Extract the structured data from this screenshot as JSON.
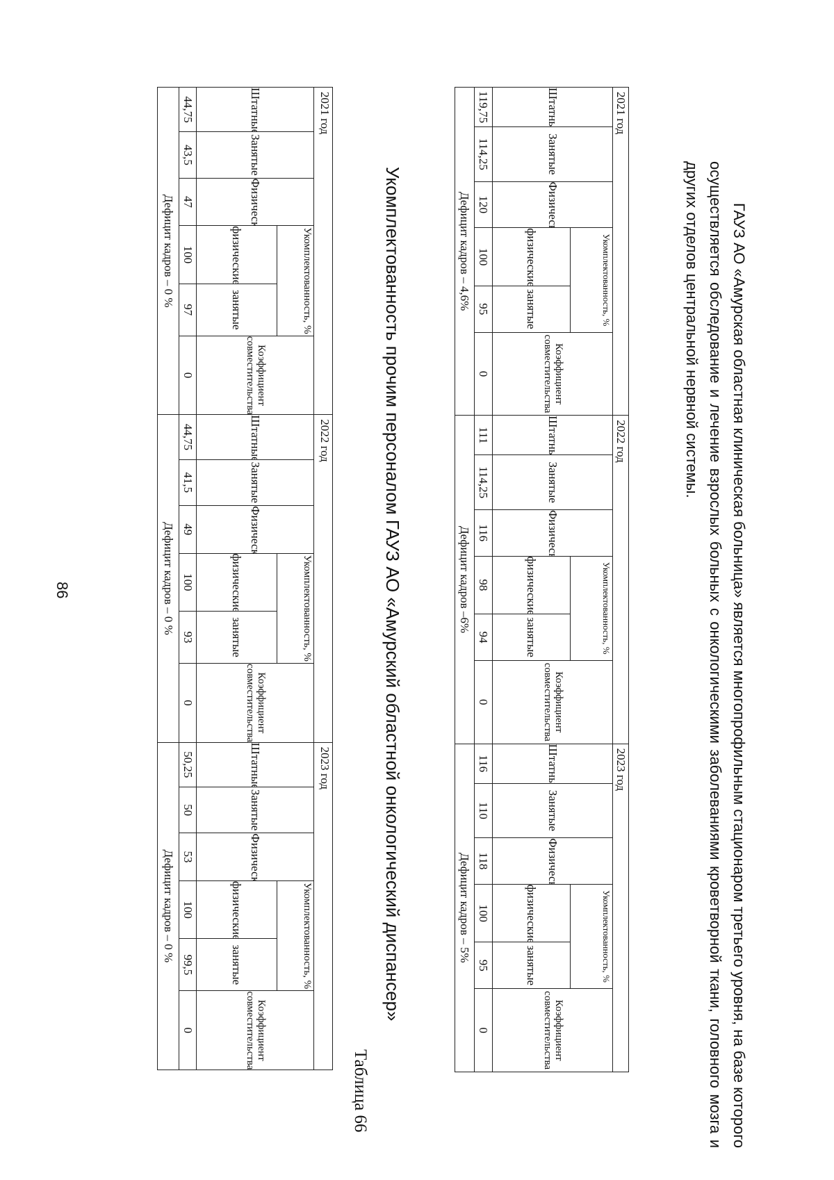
{
  "page_number": "86",
  "table_caption": "Таблица 66",
  "table_title": "Укомплектованность прочим персоналом ГАУЗ АО «Амурский областной онкологический диспансер»",
  "labels": {
    "shtatnye": "Штатные",
    "zanyatye": "Занятые",
    "fizicheskie": "Физические",
    "ukomplekt": "Укомплектованность, %",
    "fizicheskie_lc": "физические",
    "zanyatye_lc": "занятые",
    "coef": "Коэффициент совместительства"
  },
  "table1": {
    "years": [
      {
        "year": "2021 год",
        "shtatnye": "44,75",
        "zanyatye": "43,5",
        "fizicheskie": "47",
        "ukompl_fiz": "100",
        "ukompl_zan": "97",
        "coef": "0",
        "deficit": "Дефицит кадров – 0 %"
      },
      {
        "year": "2022 год",
        "shtatnye": "44,75",
        "zanyatye": "41,5",
        "fizicheskie": "49",
        "ukompl_fiz": "100",
        "ukompl_zan": "93",
        "coef": "0",
        "deficit": "Дефицит кадров – 0 %"
      },
      {
        "year": "2023 год",
        "shtatnye": "50,25",
        "zanyatye": "50",
        "fizicheskie": "53",
        "ukompl_fiz": "100",
        "ukompl_zan": "99,5",
        "coef": "0",
        "deficit": "Дефицит кадров – 0 %"
      }
    ]
  },
  "table2": {
    "years": [
      {
        "year": "2021 год",
        "shtatnye": "119,75",
        "zanyatye": "114,25",
        "fizicheskie": "120",
        "ukompl_fiz": "100",
        "ukompl_zan": "95",
        "coef": "0",
        "deficit": "Дефицит кадров – 4,6%"
      },
      {
        "year": "2022 год",
        "shtatnye": "111",
        "zanyatye": "114,25",
        "fizicheskie": "116",
        "ukompl_fiz": "98",
        "ukompl_zan": "94",
        "coef": "0",
        "deficit": "Дефицит кадров –6%"
      },
      {
        "year": "2023 год",
        "shtatnye": "116",
        "zanyatye": "110",
        "fizicheskie": "118",
        "ukompl_fiz": "100",
        "ukompl_zan": "95",
        "coef": "0",
        "deficit": "Дефицит кадров – 5%"
      }
    ]
  },
  "paragraph": "ГАУЗ АО «Амурская областная клиническая больница» является многопрофильным стационаром третьего уровня, на базе которого осуществляется обследование и лечение взрослых больных с онкологическими заболеваниями кроветворной ткани, головного мозга и других отделов центральной нервной системы."
}
